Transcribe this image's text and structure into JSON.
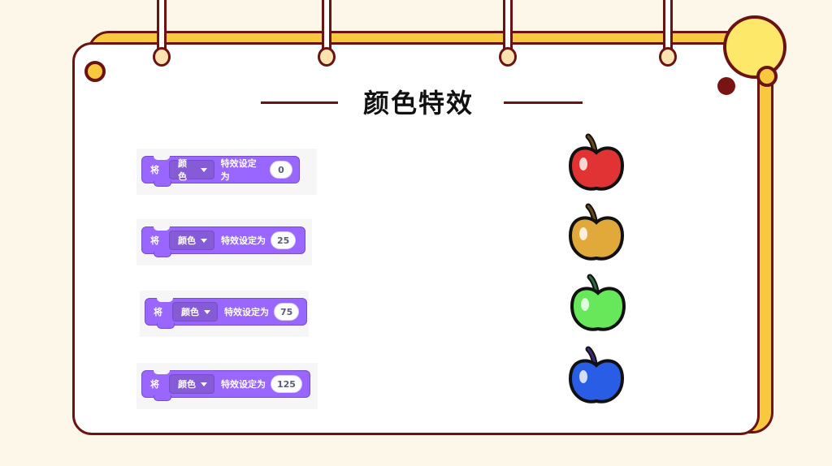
{
  "slide": {
    "title": "颜色特效"
  },
  "blocks": [
    {
      "verb": "将",
      "dropdown": "颜色",
      "text": "特效设定为",
      "value": "0",
      "apple_color": "#e13333",
      "apple_name": "apple-red-icon"
    },
    {
      "verb": "将",
      "dropdown": "颜色",
      "text": "特效设定为",
      "value": "25",
      "apple_color": "#e0a93a",
      "apple_name": "apple-orange-icon"
    },
    {
      "verb": "将",
      "dropdown": "颜色",
      "text": "特效设定为",
      "value": "75",
      "apple_color": "#66e85a",
      "apple_name": "apple-green-icon"
    },
    {
      "verb": "将",
      "dropdown": "颜色",
      "text": "特效设定为",
      "value": "125",
      "apple_color": "#2a5de6",
      "apple_name": "apple-blue-icon"
    }
  ],
  "colors": {
    "board_yellow": "#f8c83e",
    "border": "#6b1212",
    "block_purple": "#9966ff"
  }
}
